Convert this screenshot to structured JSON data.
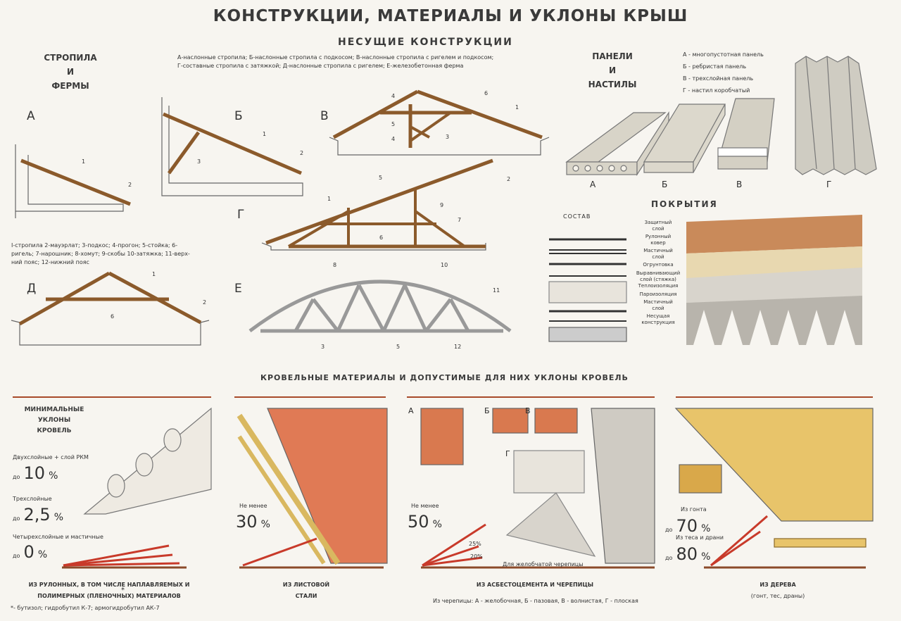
{
  "title": "КОНСТРУКЦИИ, МАТЕРИАЛЫ И УКЛОНЫ КРЫШ",
  "bearing": {
    "heading": "НЕСУЩИЕ КОНСТРУКЦИИ",
    "legend_line1": "А-наслонные стропила; Б-наслонные стропила с подкосом; В-наслонные стропила с ригелем и подкосом;",
    "legend_line2": "Г-составные стропила с затяжкой; Д-наслонные стропила с ригелем; Е-железобетонная ферма",
    "side_title": [
      "СТРОПИЛА",
      "И",
      "ФЕРМЫ"
    ],
    "parts_legend": [
      "I-стропила 2-мауэрлат; 3-подкос; 4-прогон; 5-стойка; 6-",
      "ригель; 7-нарошник; 8-хомут; 9-скобы 10-затяжка; 11-верх-",
      "ний пояс; 12-нижний пояс"
    ],
    "letters": {
      "a": "А",
      "b": "Б",
      "v": "В",
      "g": "Г",
      "d": "Д",
      "e": "Е"
    },
    "nums": {
      "a1": "1",
      "a2": "2",
      "b1": "1",
      "b2": "2",
      "b3": "3",
      "v1": "1",
      "v3": "3",
      "v4a": "4",
      "v4b": "4",
      "v5": "5",
      "v6": "6",
      "g1": "1",
      "g2": "2",
      "g5": "5",
      "g6": "6",
      "g7": "7",
      "g8": "8",
      "g9": "9",
      "g10": "10",
      "d1": "1",
      "d2": "2",
      "d6": "6",
      "e3": "3",
      "e5": "5",
      "e11": "11",
      "e12": "12"
    }
  },
  "panels": {
    "title": [
      "ПАНЕЛИ",
      "И",
      "НАСТИЛЫ"
    ],
    "legend": [
      "А - многопустотная панель",
      "Б - ребристая панель",
      "В - трехслойная панель",
      "Г - настил коробчатый"
    ],
    "letters": [
      "А",
      "Б",
      "В",
      "Г"
    ]
  },
  "coverings": {
    "heading": "ПОКРЫТИЯ",
    "sostav": "СОСТАВ",
    "layers": [
      "Защитный",
      "слой",
      "Рулонный",
      "ковер",
      "Мастичный",
      "слой",
      "Огрунтовка",
      "Выравнивающий",
      "слой (стяжка)",
      "Теплоизоляция",
      "Пароизоляция",
      "Мастичный",
      "слой",
      "Несущая",
      "конструкция"
    ]
  },
  "roofing": {
    "heading": "КРОВЕЛЬНЫЕ МАТЕРИАЛЫ И ДОПУСТИМЫЕ ДЛЯ НИХ УКЛОНЫ КРОВЕЛЬ",
    "rolled": {
      "title": [
        "МИНИМАЛЬНЫЕ",
        "УКЛОНЫ",
        "КРОВЕЛЬ"
      ],
      "row1_label": "Двухслойные + слой РКМ",
      "row1_value": "10",
      "row2_label": "Трехслойные",
      "row2_value": "2,5",
      "row3_label": "Четырехслойные и мастичные",
      "row3_value": "0",
      "do": "до",
      "pct": "%",
      "caption1": "ИЗ РУЛОННЫХ, В ТОМ ЧИСЛЕ НАПЛАВЛЯЕМЫХ И",
      "caption2": "ПОЛИМЕРНЫХ (ПЛЕНОЧНЫХ) МАТЕРИАЛОВ",
      "star": "*",
      "footnote": "*- бутизол; гидробутил К-7; армогидробутил АК-7"
    },
    "steel": {
      "ne_menee": "Не менее",
      "value": "30",
      "pct": "%",
      "caption1": "ИЗ ЛИСТОВОЙ",
      "caption2": "СТАЛИ"
    },
    "asbestos": {
      "letters": [
        "А",
        "Б",
        "В",
        "Г"
      ],
      "ne_menee": "Не менее",
      "value": "50",
      "pct": "%",
      "angle1": "25%",
      "angle2": "20%",
      "note": "Для желобчатой черепицы",
      "caption": "ИЗ АСБЕСТОЦЕМЕНТА И ЧЕРЕПИЦЫ",
      "footnote": "Из черепицы: А - желобочная, Б - пазовая, В - волнистая, Г - плоская"
    },
    "wood": {
      "label1": "Из гонта",
      "value1": "70",
      "label2": "Из теса и драни",
      "value2": "80",
      "do": "до",
      "pct": "%",
      "caption1": "ИЗ ДЕРЕВА",
      "caption2": "(гонт, тес, драны)"
    }
  }
}
